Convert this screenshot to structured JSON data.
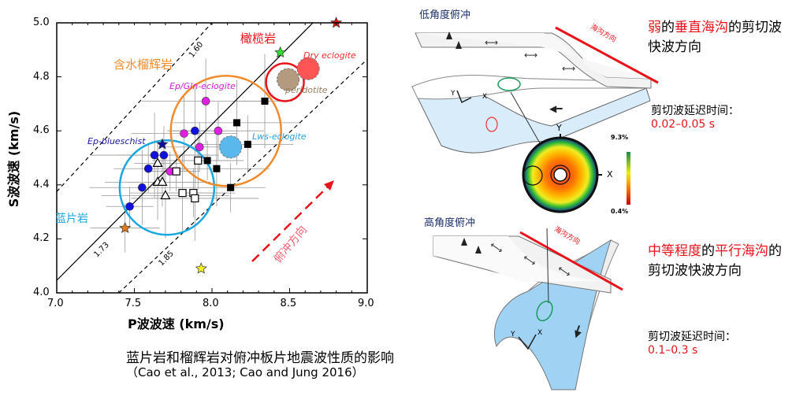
{
  "chart_data": {
    "type": "scatter",
    "xlabel": "P波波速 (km/s)",
    "ylabel": "S波波速 (km/s)",
    "xlim": [
      7.0,
      9.0
    ],
    "ylim": [
      4.0,
      5.0
    ],
    "xticks": [
      "7.0",
      "7.5",
      "8.0",
      "8.5",
      "9.0"
    ],
    "yticks": [
      "4.0",
      "4.2",
      "4.4",
      "4.6",
      "4.8",
      "5.0"
    ],
    "vpvs_lines": [
      {
        "ratio": 1.6,
        "label": "1.60",
        "style": "dashed"
      },
      {
        "ratio": 1.73,
        "label": "1.73",
        "style": "solid"
      },
      {
        "ratio": 1.85,
        "label": "1.85",
        "style": "dashed"
      }
    ],
    "series": [
      {
        "name": "Ep-blueschist",
        "marker": "circle",
        "color": "#1010e0",
        "points": [
          [
            7.47,
            4.32
          ],
          [
            7.55,
            4.39
          ],
          [
            7.59,
            4.46
          ],
          [
            7.63,
            4.51
          ],
          [
            7.69,
            4.51
          ],
          [
            7.89,
            4.6
          ]
        ]
      },
      {
        "name": "Ep/Gln-eclogite",
        "marker": "circle",
        "color": "#e020e0",
        "points": [
          [
            7.73,
            4.45
          ],
          [
            7.82,
            4.59
          ],
          [
            7.92,
            4.54
          ],
          [
            7.96,
            4.71
          ],
          [
            8.04,
            4.6
          ]
        ]
      },
      {
        "name": "eclogite-filled-square",
        "marker": "square",
        "color": "#000000",
        "points": [
          [
            7.97,
            4.49
          ],
          [
            8.03,
            4.46
          ],
          [
            8.12,
            4.39
          ],
          [
            8.16,
            4.63
          ],
          [
            8.23,
            4.55
          ],
          [
            8.34,
            4.71
          ]
        ]
      },
      {
        "name": "open-square",
        "marker": "open-square",
        "color": "#000000",
        "points": [
          [
            7.77,
            4.45
          ],
          [
            7.81,
            4.37
          ],
          [
            7.88,
            4.37
          ],
          [
            7.89,
            4.35
          ],
          [
            7.91,
            4.49
          ]
        ]
      },
      {
        "name": "open-triangle",
        "marker": "open-triangle",
        "color": "#000000",
        "points": [
          [
            7.65,
            4.48
          ],
          [
            7.65,
            4.41
          ],
          [
            7.68,
            4.41
          ],
          [
            7.7,
            4.36
          ]
        ]
      },
      {
        "name": "stars",
        "marker": "star",
        "color": "mixed",
        "points": [
          [
            8.8,
            5.0,
            "#e01515"
          ],
          [
            8.44,
            4.89,
            "#30e030"
          ],
          [
            7.44,
            4.24,
            "#e07a20"
          ],
          [
            7.93,
            4.09,
            "#f0f020"
          ],
          [
            7.68,
            4.55,
            "#1010a0"
          ]
        ]
      }
    ],
    "regions": [
      {
        "name": "Dry eclogite",
        "vp": 8.62,
        "vs": 4.83,
        "color": "#f55"
      },
      {
        "name": "peridotite",
        "vp": 8.49,
        "vs": 4.79,
        "color": "#b49a7e"
      },
      {
        "name": "Lws-eclogite",
        "vp": 8.12,
        "vs": 4.54,
        "color": "#5bb8ec"
      }
    ],
    "fields": [
      {
        "label": "蓝片岩",
        "vp": 7.71,
        "vs": 4.39,
        "color": "#1aa7e0"
      },
      {
        "label": "含水榴辉岩",
        "vp": 8.09,
        "vs": 4.6,
        "color": "#f08a2a"
      },
      {
        "label": "橄榄岩",
        "vp": 8.47,
        "vs": 4.78,
        "color": "#e8131b"
      }
    ],
    "series_labels": {
      "blue": "Ep-blueschist",
      "magenta": "Ep/Gln-eclogite",
      "dry": "Dry eclogite",
      "perid": "peridotite",
      "lws": "Lws-eclogite"
    },
    "arrow_label": "俯冲方向"
  },
  "diagram": {
    "low": {
      "title": "低角度俯冲",
      "trench": "海沟方向",
      "line1a": "弱",
      "line1b": "的",
      "line1c": "垂直海沟",
      "line1d": "的剪切波",
      "line2": "快波方向",
      "delay_label": "剪切波延迟时间：",
      "delay_value": "0.02–0.05 s"
    },
    "stereonet": {
      "y": "Y",
      "x": "X",
      "max": "9.3%",
      "min": "0.4%"
    },
    "high": {
      "title": "高角度俯冲",
      "trench": "海沟方向",
      "line1a": "中等程度",
      "line1b": "的",
      "line1c": "平行海沟",
      "line1d": "的",
      "line2": "剪切波快波方向",
      "delay_label": "剪切波延迟时间：",
      "delay_value": "0.1–0.3 s"
    },
    "axes_low": {
      "y": "Y",
      "x": "X"
    },
    "axes_high": {
      "y": "Y",
      "x": "X"
    }
  },
  "caption": {
    "line1": "蓝片岩和榴辉岩对俯冲板片地震波性质的影响",
    "line2": "（Cao et al., 2013; Cao and Jung 2016）"
  }
}
